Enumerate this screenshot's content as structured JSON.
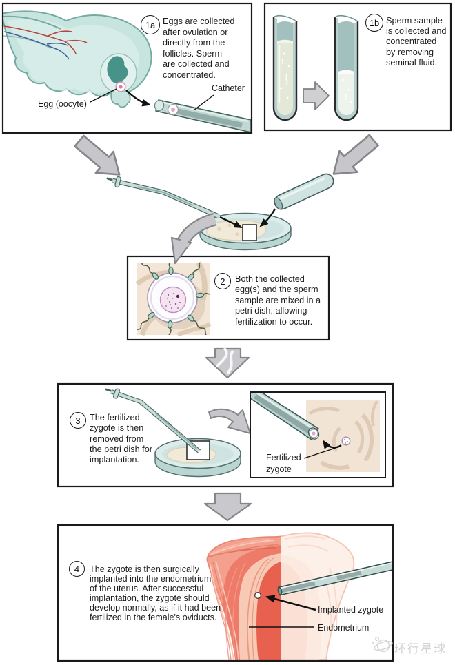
{
  "figure": {
    "subject": "In vitro fertilization process diagram",
    "background": "#ffffff",
    "border_color": "#1a1a1a"
  },
  "steps": {
    "s1a": {
      "badge": "1a",
      "text": "Eggs are collected\nafter ovulation or\ndirectly from the\nfollicles. Sperm\nare collected and\nconcentrated.",
      "label_egg": "Egg (oocyte)",
      "label_catheter": "Catheter"
    },
    "s1b": {
      "badge": "1b",
      "text": "Sperm sample\nis collected and\nconcentrated\nby removing\nseminal fluid."
    },
    "s2": {
      "badge": "2",
      "text": "Both the collected\negg(s) and the sperm\nsample are mixed in a\npetri dish, allowing\nfertilization to occur."
    },
    "s3": {
      "badge": "3",
      "text": "The fertilized\nzygote is then\nremoved from\nthe petri dish for\nimplantation.",
      "label_zygote": "Fertilized\nzygote"
    },
    "s4": {
      "badge": "4",
      "text": "The zygote is then surgically\nimplanted into the endometrium\nof the uterus. After successful\nimplantation, the zygote should\ndevelop normally, as if it had been\nfertilized in the female's oviducts.",
      "label_implanted": "Implanted zygote",
      "label_endometrium": "Endometrium"
    }
  },
  "watermark": {
    "brand": "环行星球",
    "color": "#d2d2d2"
  },
  "palette": {
    "teal_light": "#cde7e2",
    "teal_mid": "#9ec5bf",
    "teal_dark": "#47665f",
    "salmon": "#f2988a",
    "salmon_deep": "#e8604e",
    "beige": "#f1e4d3",
    "gray_arrow": "#c9c9cd"
  }
}
